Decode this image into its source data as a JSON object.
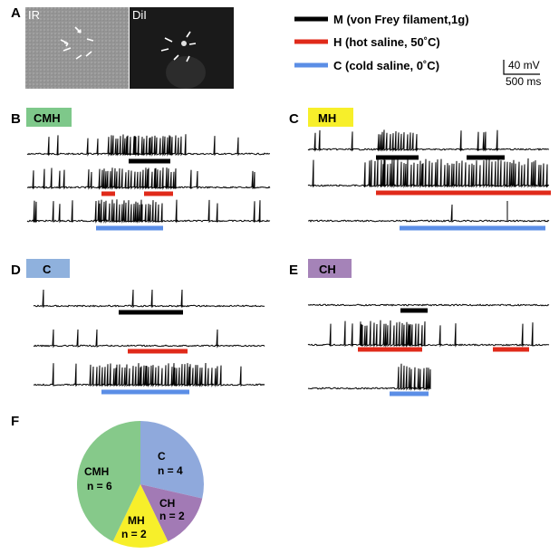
{
  "panel_letters": {
    "A": "A",
    "B": "B",
    "C": "C",
    "D": "D",
    "E": "E",
    "F": "F"
  },
  "images": {
    "left_label": "IR",
    "right_label": "DiI"
  },
  "legend": [
    {
      "label": "M (von Frey filament,1g)",
      "color": "#000000"
    },
    {
      "label": "H (hot saline, 50˚C)",
      "color": "#e02a1a"
    },
    {
      "label": "C (cold saline, 0˚C)",
      "color": "#5b8ee6"
    }
  ],
  "scale_bar": {
    "voltage": "40 mV",
    "time": "500 ms"
  },
  "panels": {
    "B": {
      "tag": "CMH",
      "tag_color": "#7ec88a"
    },
    "C": {
      "tag": "MH",
      "tag_color": "#f7ef2a"
    },
    "D": {
      "tag": "C",
      "tag_color": "#8fb1dd"
    },
    "E": {
      "tag": "CH",
      "tag_color": "#a583b8"
    }
  },
  "chart_data": {
    "type": "pie",
    "title": "",
    "slices": [
      {
        "label": "C",
        "count_text": "n = 4",
        "value": 4,
        "color": "#8fa9dc"
      },
      {
        "label": "CH",
        "count_text": "n = 2",
        "value": 2,
        "color": "#a27ab5"
      },
      {
        "label": "MH",
        "count_text": "n = 2",
        "value": 2,
        "color": "#f7ef2a"
      },
      {
        "label": "CMH",
        "count_text": "n = 6",
        "value": 6,
        "color": "#86c98a"
      }
    ]
  }
}
